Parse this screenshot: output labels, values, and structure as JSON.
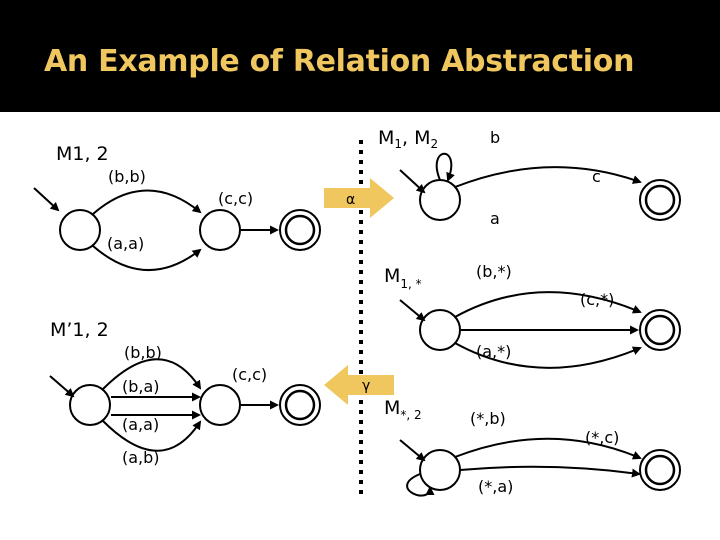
{
  "slide": {
    "title": "An Example of Relation Abstraction",
    "title_color": "#f0c75e",
    "background": "#000000"
  },
  "labels": {
    "m12": "M1, 2",
    "m1m2": {
      "m": "M",
      "sub1": "1",
      "sep": ", M",
      "sub2": "2"
    },
    "mprime12": "M’1, 2",
    "m1star": {
      "m": "M",
      "sub": "1, *"
    },
    "mstar2": {
      "m": "M",
      "sub": "*, 2"
    },
    "alpha": "α",
    "gamma": "γ"
  },
  "edges": {
    "m12_bb": "(b,b)",
    "m12_aa": "(a,a)",
    "m12_cc": "(c,c)",
    "mp_bb": "(b,b)",
    "mp_ba": "(b,a)",
    "mp_aa": "(a,a)",
    "mp_ab": "(a,b)",
    "mp_cc": "(c,c)",
    "m1m2_b": "b",
    "m1m2_c": "c",
    "m1m2_a": "a",
    "m1s_b": "(b,*)",
    "m1s_c": "(c,*)",
    "m1s_a": "(a,*)",
    "ms2_b": "(*,b)",
    "ms2_c": "(*,c)",
    "ms2_a": "(*,a)"
  }
}
